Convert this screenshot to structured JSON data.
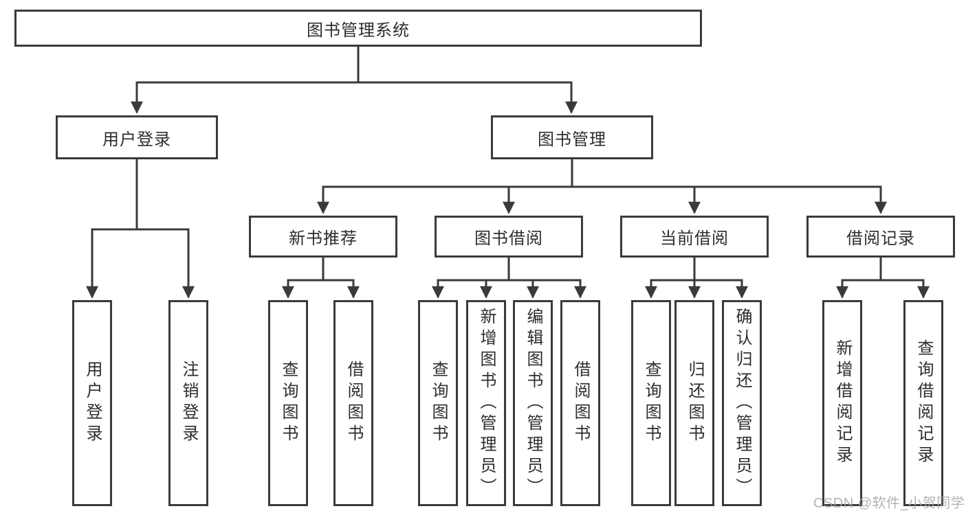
{
  "tree": {
    "root": "图书管理系统",
    "level2": {
      "user_login": "用户登录",
      "book_mgmt": "图书管理"
    },
    "level3": {
      "new_books": "新书推荐",
      "borrowing": "图书借阅",
      "current": "当前借阅",
      "records": "借阅记录"
    },
    "leaves": {
      "user_login": [
        "用户登录",
        "注销登录"
      ],
      "new_books": [
        "查询图书",
        "借阅图书"
      ],
      "borrowing": [
        "查询图书",
        "新增图书（管理员）",
        "编辑图书（管理员）",
        "借阅图书"
      ],
      "current": [
        "查询图书",
        "归还图书",
        "确认归还（管理员）"
      ],
      "records": [
        "新增借阅记录",
        "查询借阅记录"
      ]
    }
  },
  "watermark": "CSDN @软件_小贺同学",
  "colors": {
    "line": "#3a3a3a",
    "text": "#2d2d2d",
    "watermark": "#a6a6a6"
  }
}
